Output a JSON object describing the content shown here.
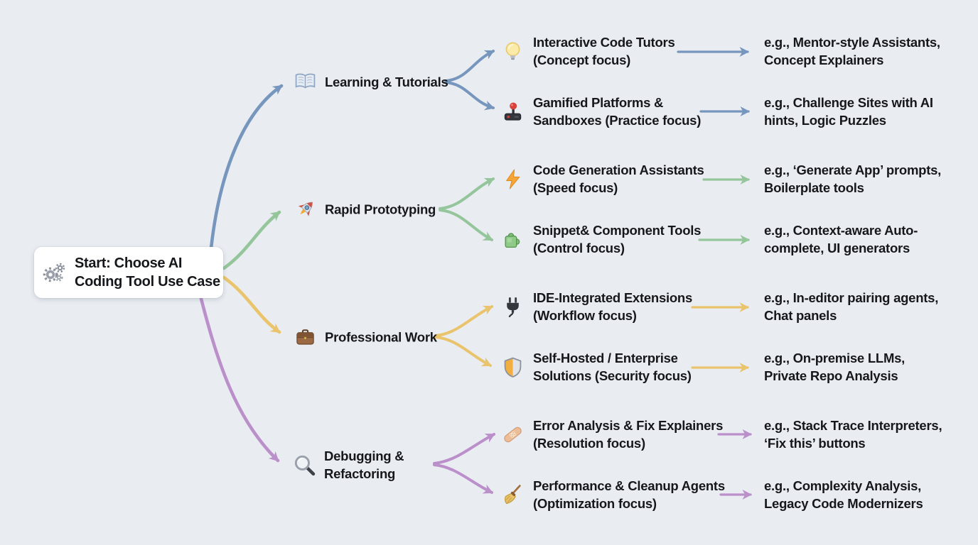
{
  "colors": {
    "background": "#e9edf2",
    "card": "#ffffff",
    "text": "#15171a",
    "learning": "#7796bd",
    "prototyping": "#95c59b",
    "professional": "#eac46d",
    "debugging": "#bb90ca"
  },
  "root": {
    "line1": "Start: Choose AI",
    "line2": "Coding Tool Use Case",
    "icon": "gears-icon"
  },
  "branches": [
    {
      "line1": "Learning & Tutorials",
      "line2": "",
      "icon": "open-book-icon",
      "children": [
        {
          "line1": "Interactive Code Tutors",
          "line2": "(Concept focus)",
          "icon": "lightbulb-icon",
          "example_line1": "e.g., Mentor-style Assistants,",
          "example_line2": "Concept Explainers"
        },
        {
          "line1": "Gamified Platforms &",
          "line2": "Sandboxes (Practice focus)",
          "icon": "joystick-icon",
          "example_line1": "e.g., Challenge Sites with AI",
          "example_line2": "hints, Logic Puzzles"
        }
      ]
    },
    {
      "line1": "Rapid Prototyping",
      "line2": "",
      "icon": "rocket-icon",
      "children": [
        {
          "line1": "Code Generation Assistants",
          "line2": "(Speed focus)",
          "icon": "lightning-icon",
          "example_line1": "e.g., ‘Generate App’ prompts,",
          "example_line2": "Boilerplate tools"
        },
        {
          "line1": "Snippet& Component Tools",
          "line2": "(Control focus)",
          "icon": "puzzle-icon",
          "example_line1": "e.g., Context-aware Auto-",
          "example_line2": "complete, UI generators"
        }
      ]
    },
    {
      "line1": "Professional Work",
      "line2": "",
      "icon": "briefcase-icon",
      "children": [
        {
          "line1": "IDE-Integrated Extensions",
          "line2": "(Workflow focus)",
          "icon": "plug-icon",
          "example_line1": "e.g., In-editor pairing agents,",
          "example_line2": "Chat panels"
        },
        {
          "line1": "Self-Hosted / Enterprise",
          "line2": "Solutions (Security focus)",
          "icon": "shield-icon",
          "example_line1": "e.g., On-premise LLMs,",
          "example_line2": "Private Repo Analysis"
        }
      ]
    },
    {
      "line1": "Debugging &",
      "line2": "Refactoring",
      "icon": "magnifying-glass-icon",
      "children": [
        {
          "line1": "Error Analysis & Fix Explainers",
          "line2": "(Resolution focus)",
          "icon": "bandage-icon",
          "example_line1": "e.g., Stack Trace Interpreters,",
          "example_line2": "‘Fix this’ buttons"
        },
        {
          "line1": "Performance & Cleanup Agents",
          "line2": "(Optimization focus)",
          "icon": "broom-icon",
          "example_line1": "e.g., Complexity Analysis,",
          "example_line2": "Legacy Code Modernizers"
        }
      ]
    }
  ]
}
